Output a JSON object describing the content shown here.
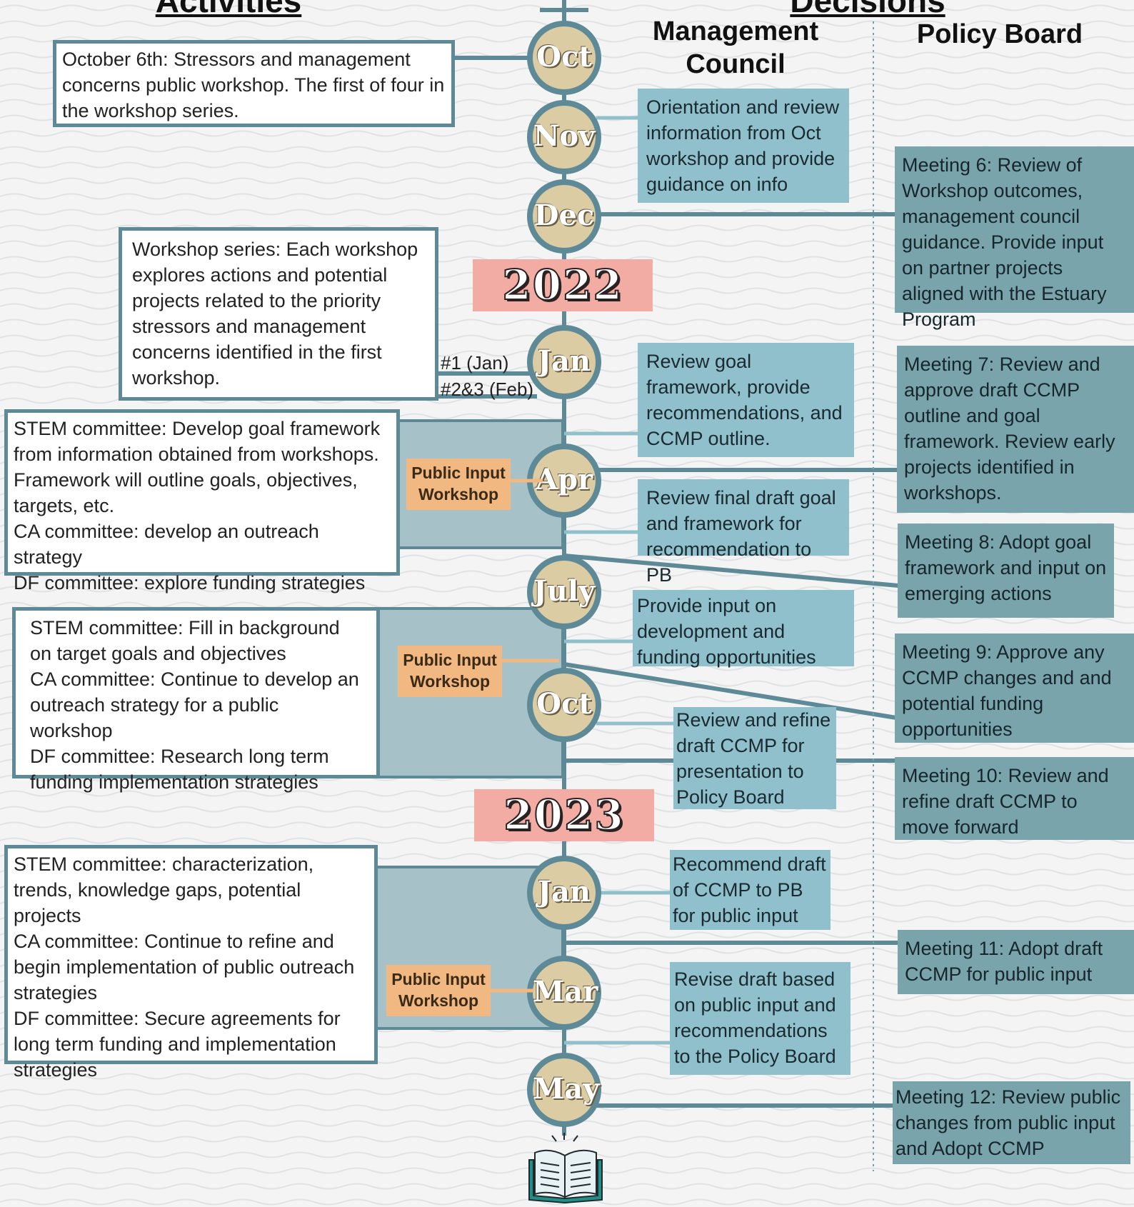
{
  "headers": {
    "activities": "Activities",
    "decisions": "Decisions",
    "management_council": "Management\nCouncil",
    "policy_board": "Policy Board"
  },
  "years": [
    "2022",
    "2023"
  ],
  "months": [
    "Oct",
    "Nov",
    "Dec",
    "Jan",
    "Apr",
    "July",
    "Oct",
    "Jan",
    "Mar",
    "May"
  ],
  "activities": [
    "October 6th: Stressors and management concerns public workshop. The first of four in the workshop series.",
    "Workshop series: Each workshop explores actions and potential projects related to the priority stressors and management concerns identified in the first workshop.",
    "STEM committee: Develop goal framework from information obtained from workshops. Framework will outline goals, objectives, targets, etc.\nCA committee: develop an outreach strategy\nDF committee: explore funding strategies",
    "STEM committee: Fill in background on target goals and objectives\nCA committee: Continue to develop an outreach strategy for a public workshop\nDF committee: Research long term funding implementation strategies",
    "STEM committee: characterization, trends, knowledge gaps, potential projects\nCA committee: Continue to refine and begin implementation of public outreach strategies\nDF committee: Secure agreements for long term funding and implementation strategies"
  ],
  "workshop_notes": [
    "#1 (Jan)",
    "#2&3 (Feb)"
  ],
  "public_input_workshop": "Public Input\nWorkshop",
  "management_council": [
    "Orientation and review information from Oct workshop and provide guidance on info",
    "Review goal framework, provide recommendations, and CCMP outline.",
    "Review final draft goal and framework for recommendation to PB",
    "Provide input on development and funding opportunities",
    "Review and refine draft CCMP for presentation to Policy Board",
    "Recommend draft of CCMP to PB for public input",
    "Revise draft based on public input and recommendations to the Policy Board"
  ],
  "policy_board": [
    "Meeting 6: Review of Workshop outcomes, management council guidance. Provide input on partner projects aligned with the Estuary Program",
    "Meeting 7: Review and approve draft CCMP outline and goal framework. Review early projects identified in workshops.",
    "Meeting 8: Adopt goal framework and input on emerging actions",
    "Meeting 9: Approve any CCMP changes and and potential funding opportunities",
    "Meeting 10: Review and refine draft CCMP to move forward",
    "Meeting 11: Adopt draft CCMP for public input",
    "Meeting 12: Review public changes from public input and Adopt CCMP"
  ],
  "icons": [
    "open-book-icon"
  ],
  "colors": {
    "spine": "#5d8a96",
    "month_fill": "#dccca4",
    "management_council_box": "#8fc0cc",
    "policy_board_box": "#7aa4ac",
    "year_banner": "#f2aca4",
    "public_input": "#f1b882"
  }
}
